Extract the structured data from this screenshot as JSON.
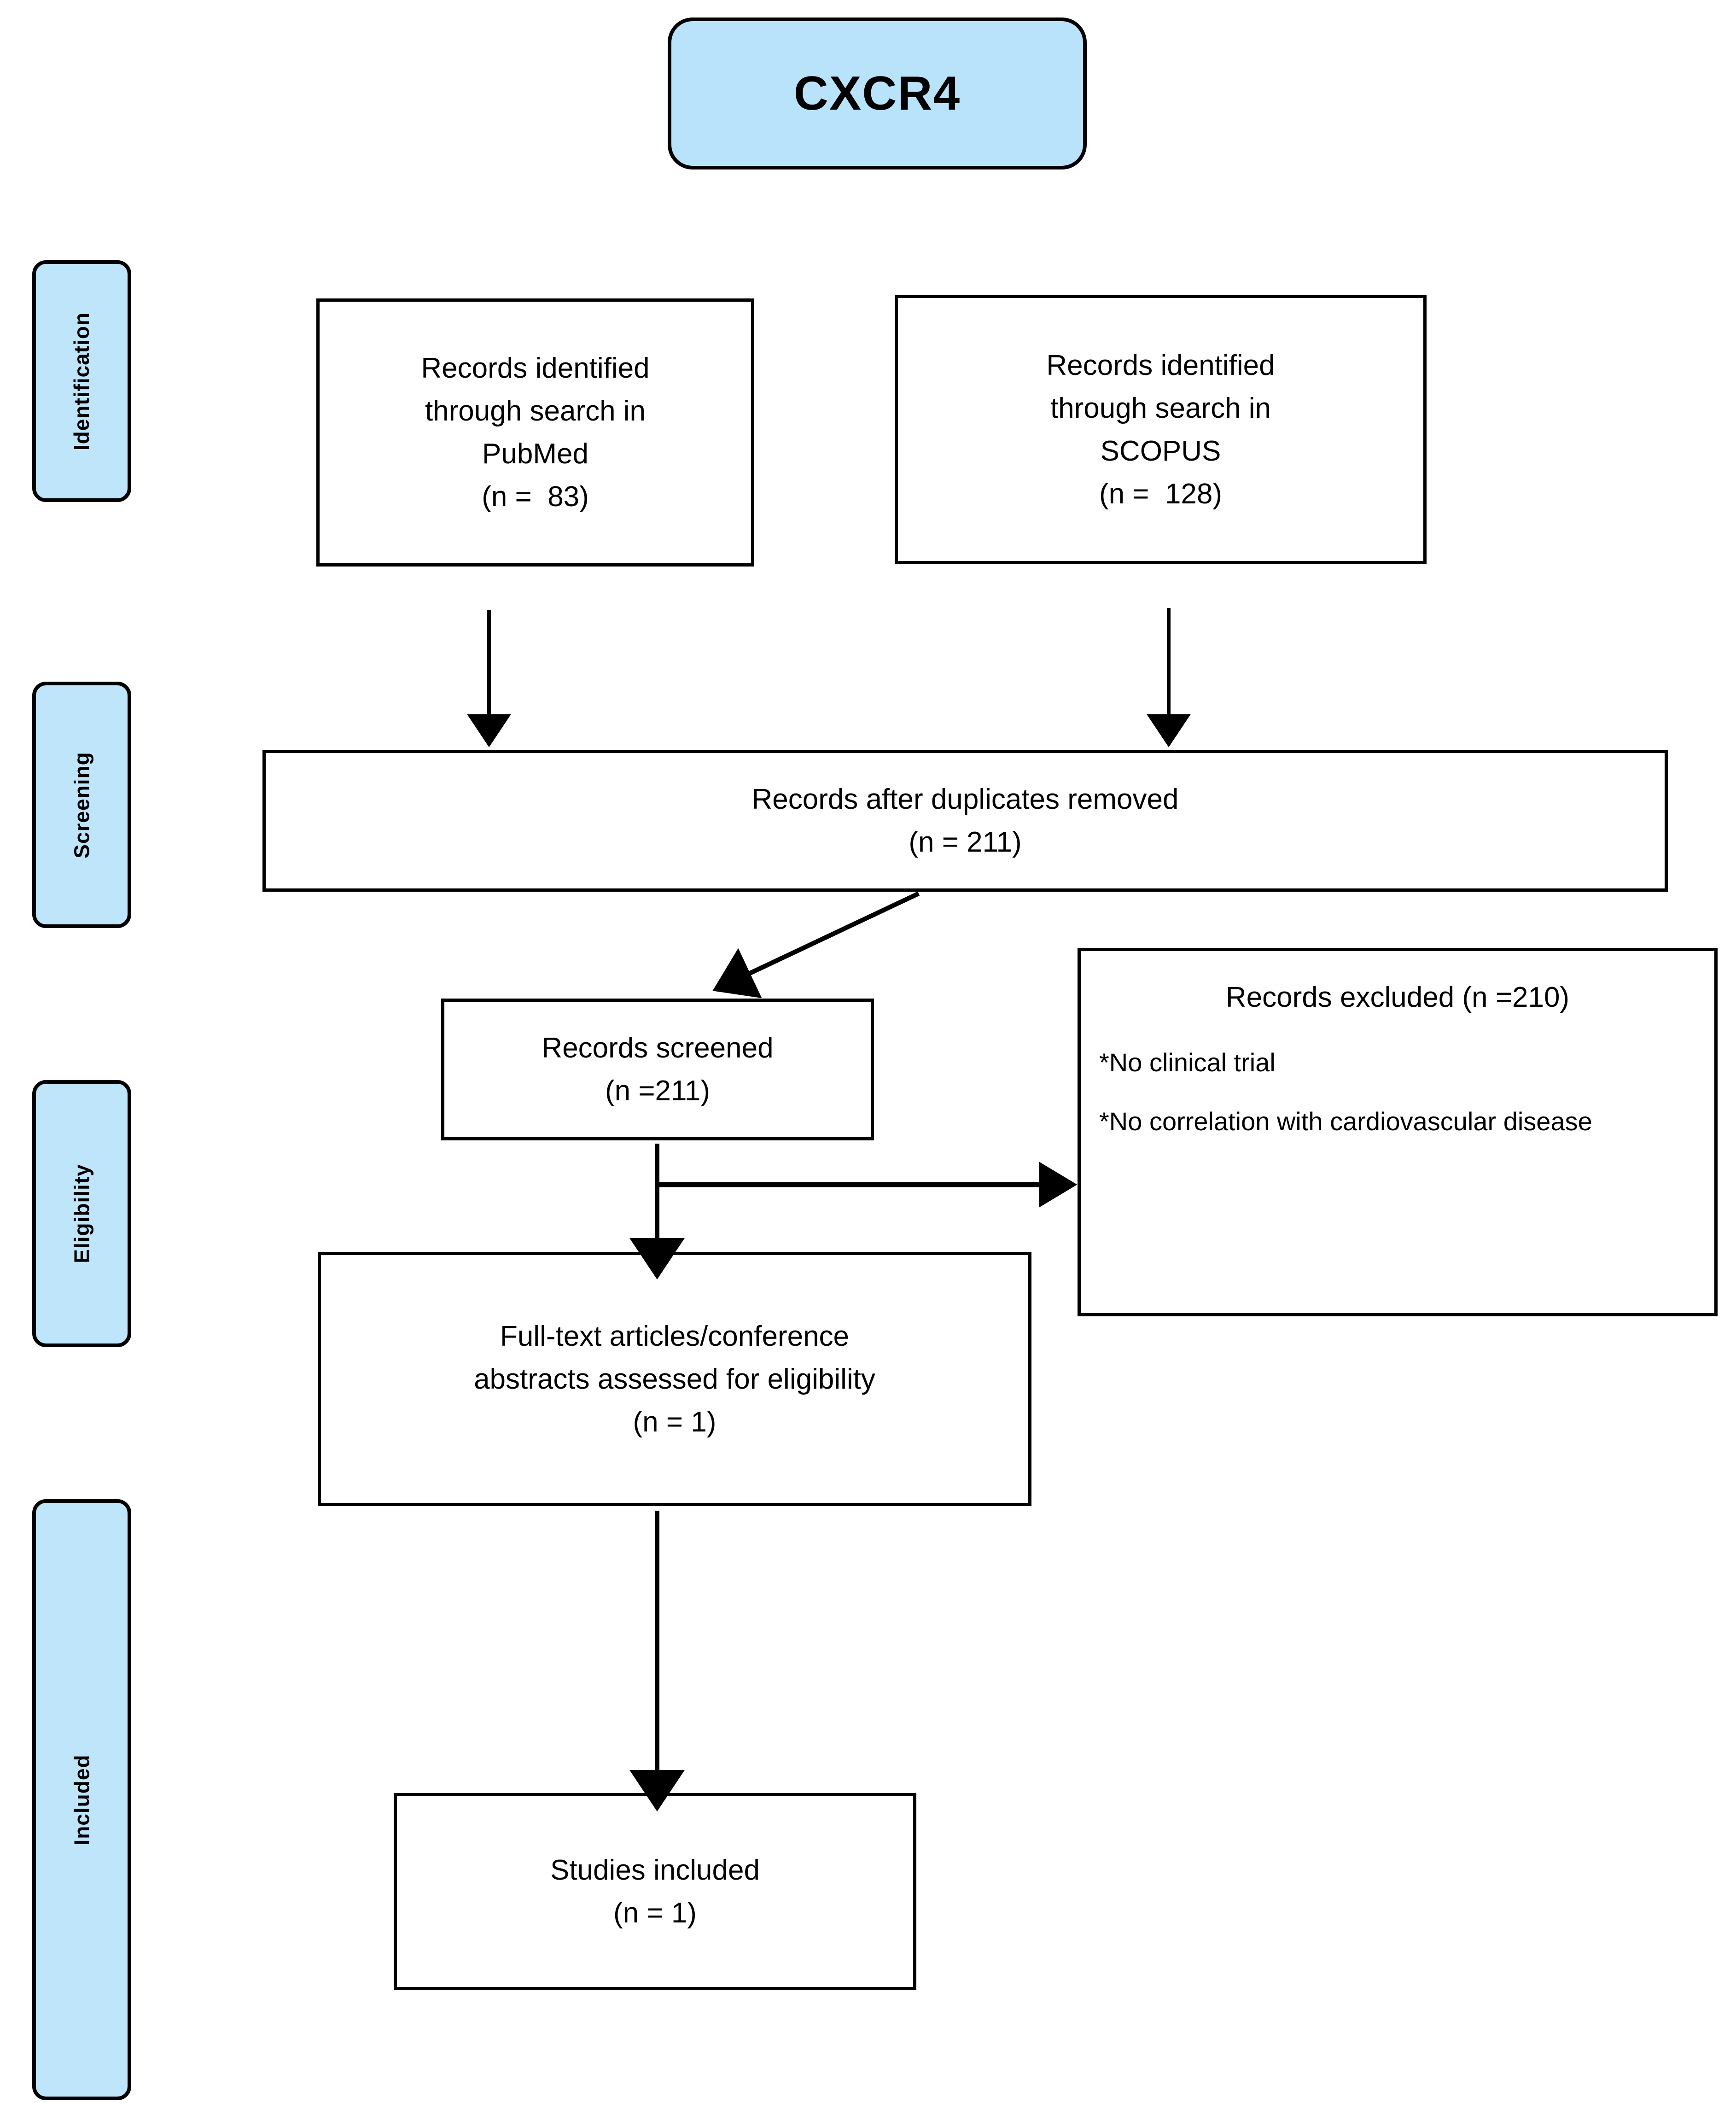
{
  "title": {
    "label": "CXCR4"
  },
  "stages": [
    {
      "name": "identification",
      "label": "Identification"
    },
    {
      "name": "screening",
      "label": "Screening"
    },
    {
      "name": "eligibility",
      "label": "Eligibility"
    },
    {
      "name": "included",
      "label": "Included"
    }
  ],
  "boxes": {
    "pubmed": {
      "lines": [
        "Records identified",
        "through search in",
        "PubMed",
        "(n =  83)"
      ],
      "count": 83,
      "source": "PubMed"
    },
    "scopus": {
      "lines": [
        "Records identified",
        "through search in",
        "SCOPUS",
        "(n =  128)"
      ],
      "count": 128,
      "source": "SCOPUS"
    },
    "duplicates_removed": {
      "lines": [
        "Records after duplicates removed",
        "(n = 211)"
      ],
      "count": 211
    },
    "records_screened": {
      "lines": [
        "Records screened",
        "(n =211)"
      ],
      "count": 211
    },
    "records_excluded": {
      "heading": "Records excluded (n =210)",
      "count": 210,
      "reasons": [
        "*No clinical trial",
        "*No correlation with cardiovascular disease"
      ]
    },
    "fulltext_assessed": {
      "lines": [
        "Full-text articles/conference",
        "abstracts assessed for eligibility",
        "(n = 1)"
      ],
      "count": 1
    },
    "studies_included": {
      "lines": [
        "Studies included",
        "(n = 1)"
      ],
      "count": 1
    }
  },
  "colors": {
    "stage_fill": "#bfe5fb",
    "title_fill": "#b9e3fb",
    "stroke": "#000000",
    "background": "#ffffff"
  }
}
